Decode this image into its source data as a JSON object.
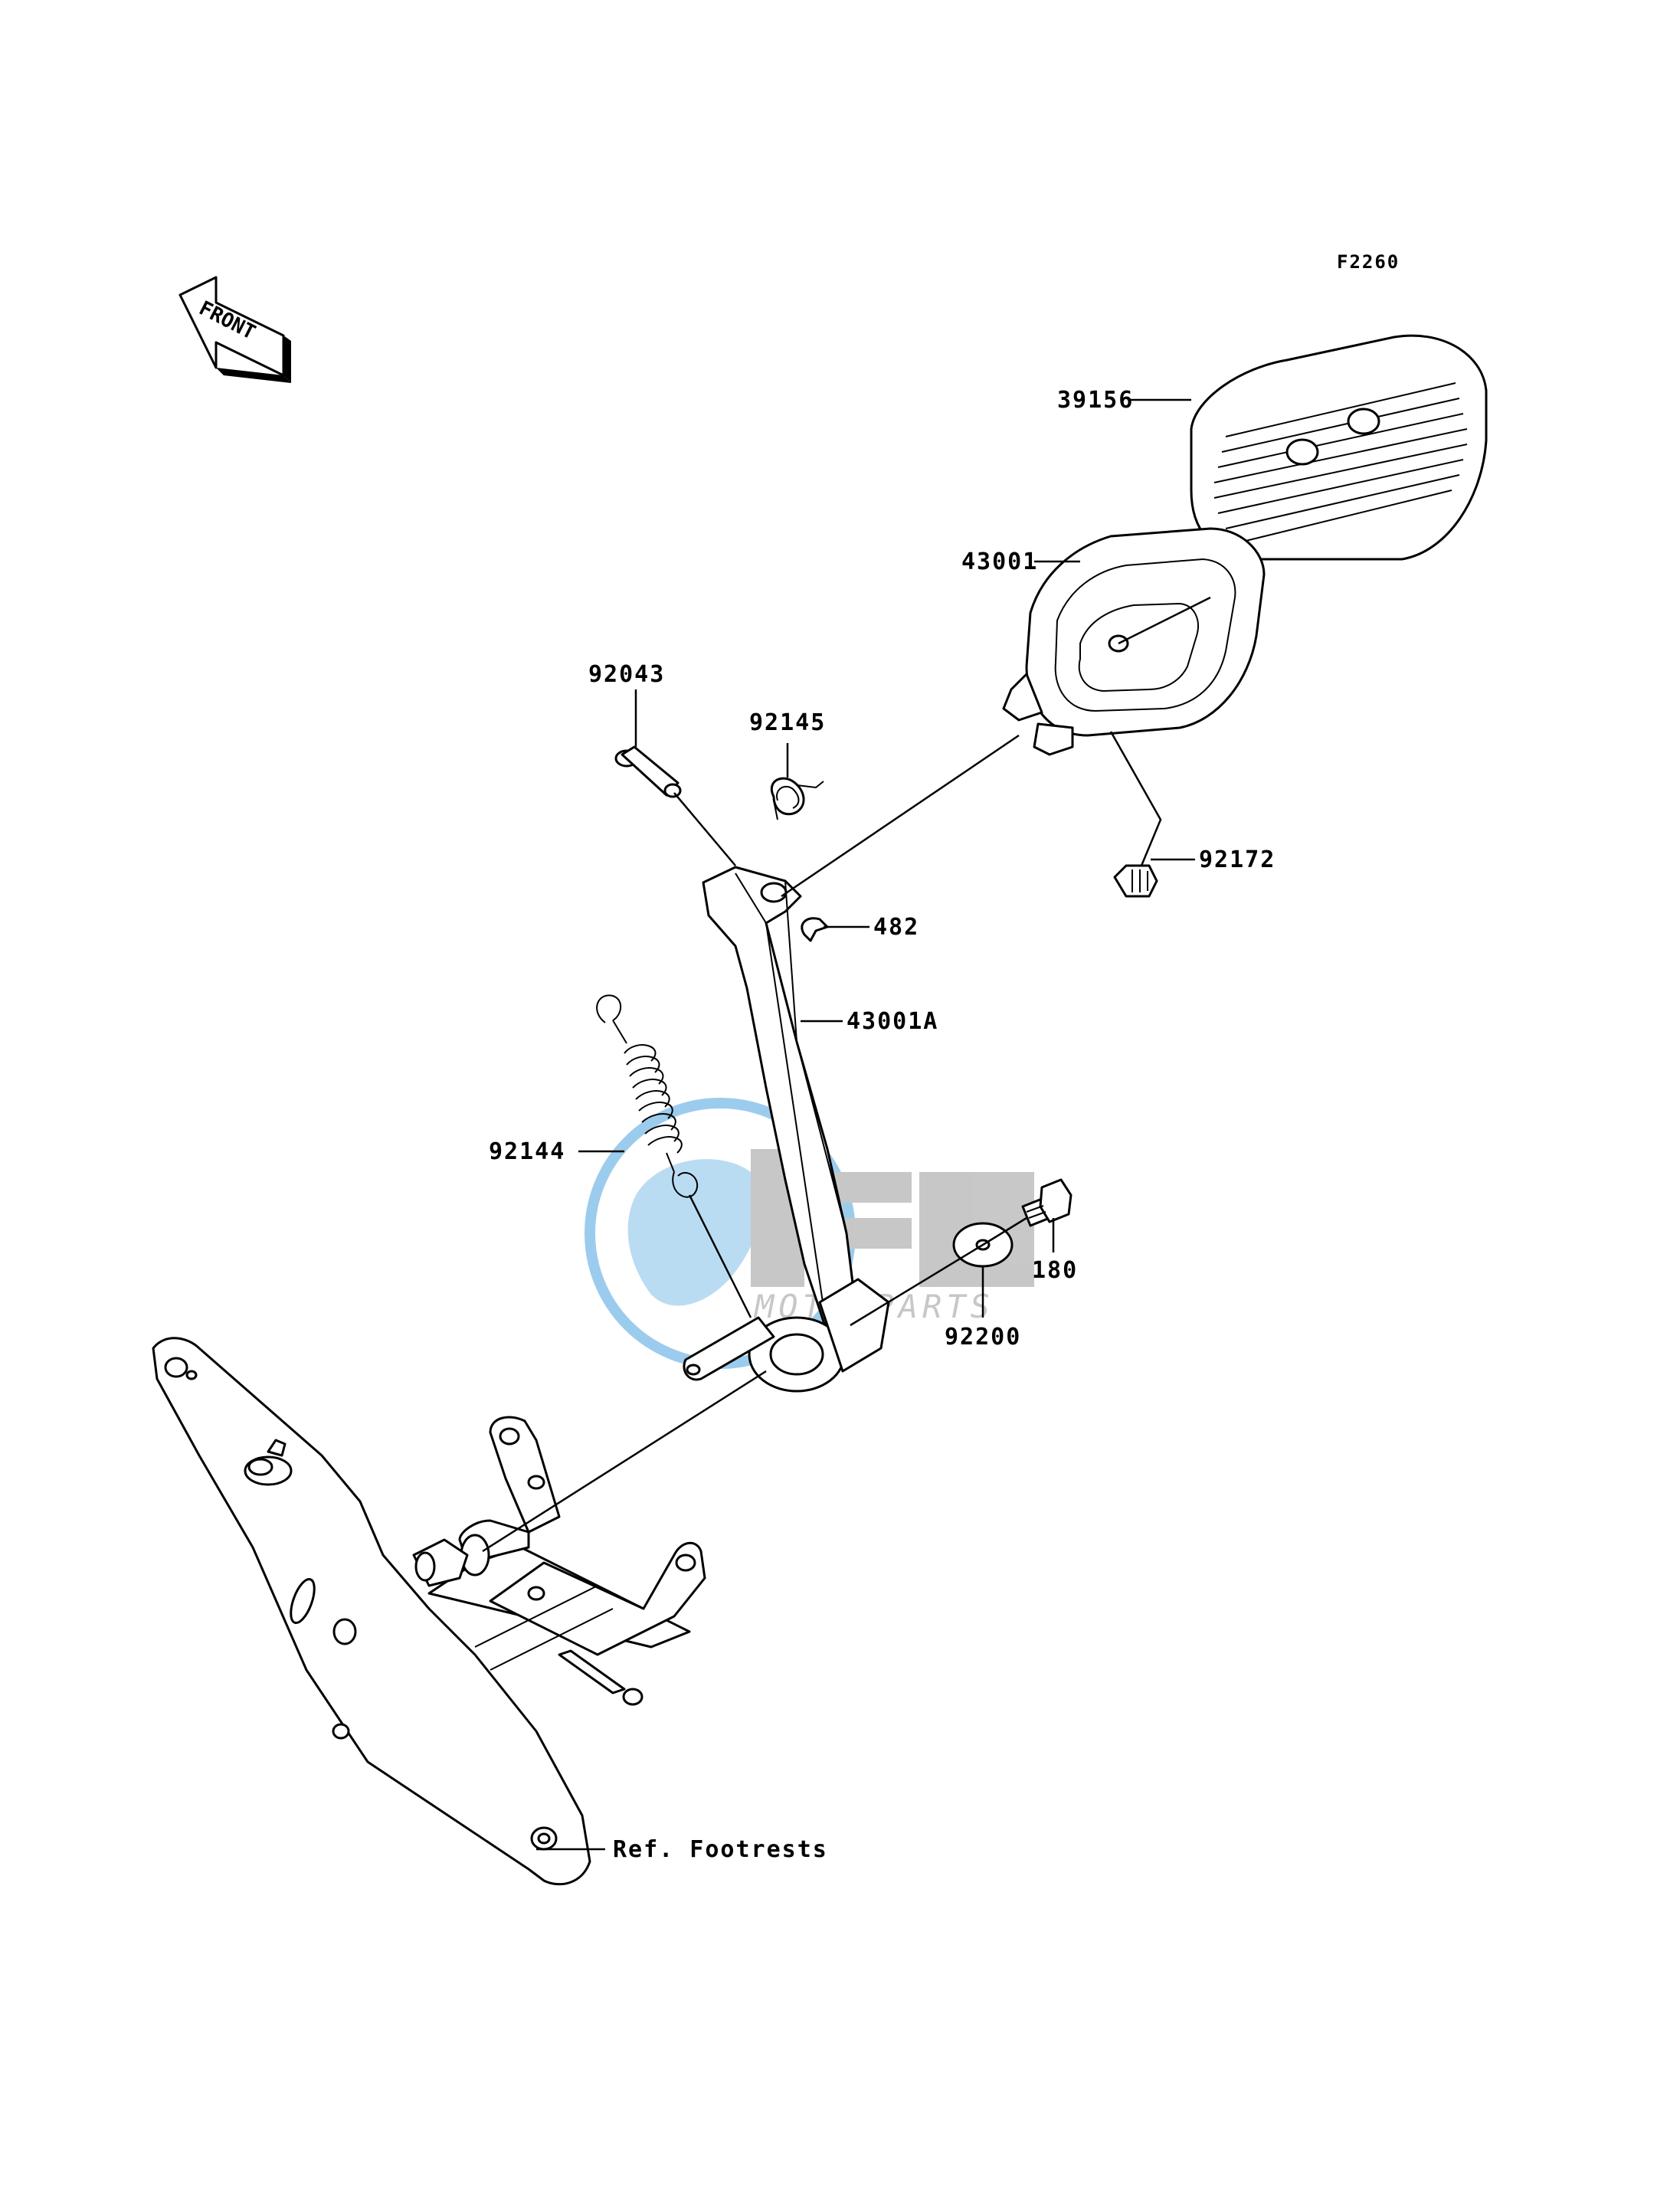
{
  "figure_code": "F2260",
  "front_arrow_text": "FRONT",
  "watermark": {
    "brand": "OEM",
    "subtitle": "MOTORPARTS",
    "color_blue": "#4aa3df",
    "color_gray": "#9a9a9a"
  },
  "parts": [
    {
      "id": "39156",
      "label": "39156"
    },
    {
      "id": "43001",
      "label": "43001"
    },
    {
      "id": "92043",
      "label": "92043"
    },
    {
      "id": "92145",
      "label": "92145"
    },
    {
      "id": "92172",
      "label": "92172"
    },
    {
      "id": "482",
      "label": "482"
    },
    {
      "id": "43001A",
      "label": "43001A"
    },
    {
      "id": "92144",
      "label": "92144"
    },
    {
      "id": "180",
      "label": "180"
    },
    {
      "id": "92200",
      "label": "92200"
    }
  ],
  "reference_label": "Ref. Footrests"
}
